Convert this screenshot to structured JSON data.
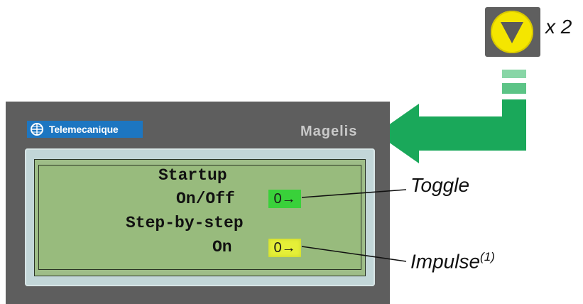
{
  "down_key": {
    "icon": "down-triangle-icon",
    "color": "#f4e600",
    "multiplier_label": "x 2"
  },
  "device": {
    "brand": "Telemecanique",
    "model": "Magelis"
  },
  "screen": {
    "lines": [
      "Startup",
      "On/Off",
      "Step-by-step",
      "On"
    ],
    "toggle_key_label": "0→",
    "impulse_key_label": "0→"
  },
  "callouts": {
    "toggle": "Toggle",
    "impulse": "Impulse",
    "impulse_note": "(1)"
  },
  "colors": {
    "arrow": "#1aa85a",
    "toggle_badge": "#39d13a",
    "impulse_badge": "#e5ef38",
    "lcd": "#98bb7d"
  }
}
